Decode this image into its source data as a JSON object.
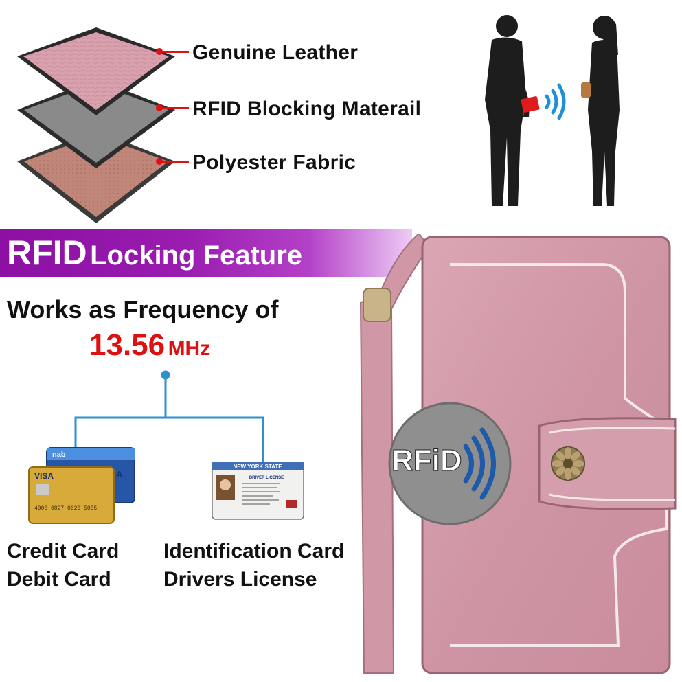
{
  "layers": [
    {
      "label": "Genuine Leather"
    },
    {
      "label": "RFID Blocking Materail"
    },
    {
      "label": "Polyester Fabric"
    }
  ],
  "banner": {
    "highlight": "RFID",
    "text": "Locking Feature"
  },
  "frequency": {
    "line1": "Works as Frequency of",
    "value": "13.56",
    "unit": "MHz"
  },
  "cards": [
    {
      "line1": "Credit Card",
      "line2": "Debit Card"
    },
    {
      "line1": "Identification Card",
      "line2": "Drivers License"
    }
  ],
  "card_prints": {
    "bank_logo": "nab",
    "visa": "VISA",
    "card_number": "4000 0827 0620 5005",
    "id_state": "NEW YORK STATE",
    "id_type": "DRIVER LICENSE"
  },
  "rfid_badge": {
    "text": "RFiD"
  },
  "colors": {
    "accent": "#e01010",
    "banner": "#9a1cb0",
    "wallet": "#d49aa9"
  },
  "icons": [
    "person-silhouette-icon",
    "wireless-signal-icon",
    "rfid-badge-icon"
  ]
}
